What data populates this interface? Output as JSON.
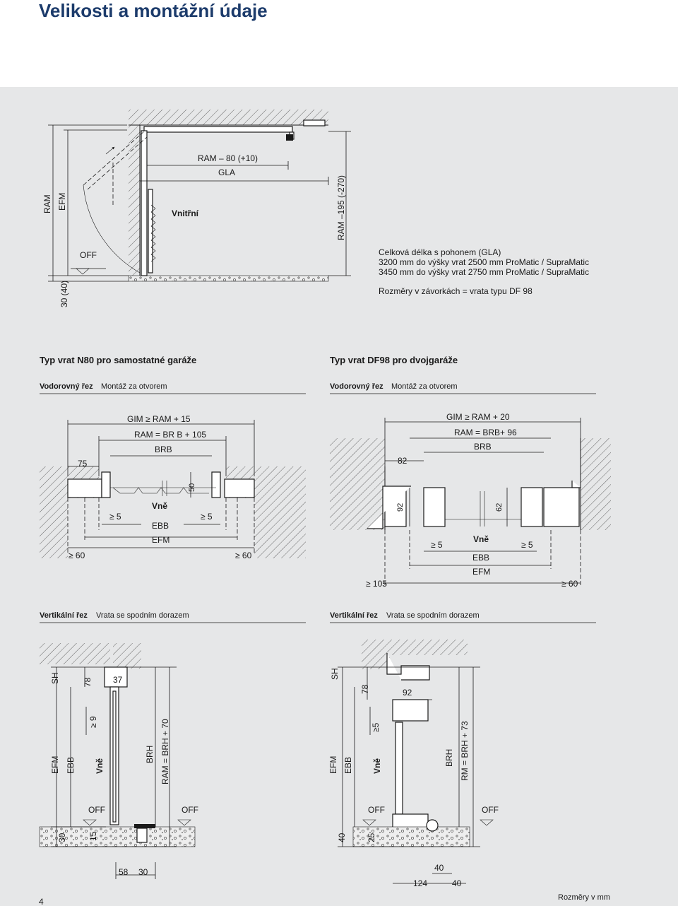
{
  "page": {
    "title": "Velikosti a montážní údaje",
    "page_number": "4",
    "footer_note": "Rozměry v mm"
  },
  "top_diagram": {
    "dims": {
      "ram": "RAM",
      "efm": "EFM",
      "off_note": "30 (40)",
      "off": "OFF",
      "ram_80": "RAM – 80 (+10)",
      "gla": "GLA",
      "ram_195": "RAM –195 (-270)",
      "inner": "Vnitřní"
    },
    "notes": [
      "Celková délka s pohonem (GLA)",
      "3200 mm do výšky vrat 2500 mm ProMatic / SupraMatic",
      "3450 mm do výšky vrat 2750 mm ProMatic / SupraMatic",
      "Rozměry v závorkách = vrata typu DF 98"
    ]
  },
  "left_section": {
    "heading": "Typ vrat N80 pro samostatné garáže",
    "horizontal_caption_bold": "Vodorovný řez",
    "horizontal_caption": "Montáž za otvorem",
    "vertical_caption_bold": "Vertikální řez",
    "vertical_caption": "Vrata se spodním dorazem",
    "h_dims": {
      "gim": "GIM ≥ RAM + 15",
      "ram": "RAM = BR B + 105",
      "brb": "BRB",
      "d75": "75",
      "d50": "50",
      "ge5_a": "≥ 5",
      "ge5_b": "≥ 5",
      "outside": "Vně",
      "ebb": "EBB",
      "efm": "EFM",
      "ge60_a": "≥ 60",
      "ge60_b": "≥ 60"
    },
    "v_dims": {
      "sh": "SH",
      "d78": "78",
      "d37": "37",
      "ge9": "≥ 9",
      "efm": "EFM",
      "ebb": "EBB",
      "outside": "Vně",
      "brh": "BRH",
      "ram": "RAM = BRH + 70",
      "off_a": "OFF",
      "off_b": "OFF",
      "d30": "30",
      "d15": "15",
      "d58": "58",
      "d30b": "30"
    }
  },
  "right_section": {
    "heading": "Typ vrat DF98 pro dvojgaráže",
    "horizontal_caption_bold": "Vodorovný řez",
    "horizontal_caption": "Montáž za otvorem",
    "vertical_caption_bold": "Vertikální řez",
    "vertical_caption": "Vrata se spodním dorazem",
    "h_dims": {
      "gim": "GIM ≥ RAM + 20",
      "ram": "RAM = BRB+ 96",
      "brb": "BRB",
      "d82": "82",
      "d92": "92",
      "d62": "62",
      "ge5_a": "≥ 5",
      "ge5_b": "≥ 5",
      "outside": "Vně",
      "ebb": "EBB",
      "efm": "EFM",
      "ge105": "≥ 105",
      "ge60": "≥ 60"
    },
    "v_dims": {
      "sh": "SH",
      "d78": "78",
      "d92": "92",
      "ge5": "≥5",
      "efm": "EFM",
      "ebb": "EBB",
      "outside": "Vně",
      "brh": "BRH",
      "rm": "RM = BRH + 73",
      "off_a": "OFF",
      "off_b": "OFF",
      "d40": "40",
      "d25": "25",
      "d40b": "40",
      "d124": "124",
      "d40c": "40"
    }
  }
}
